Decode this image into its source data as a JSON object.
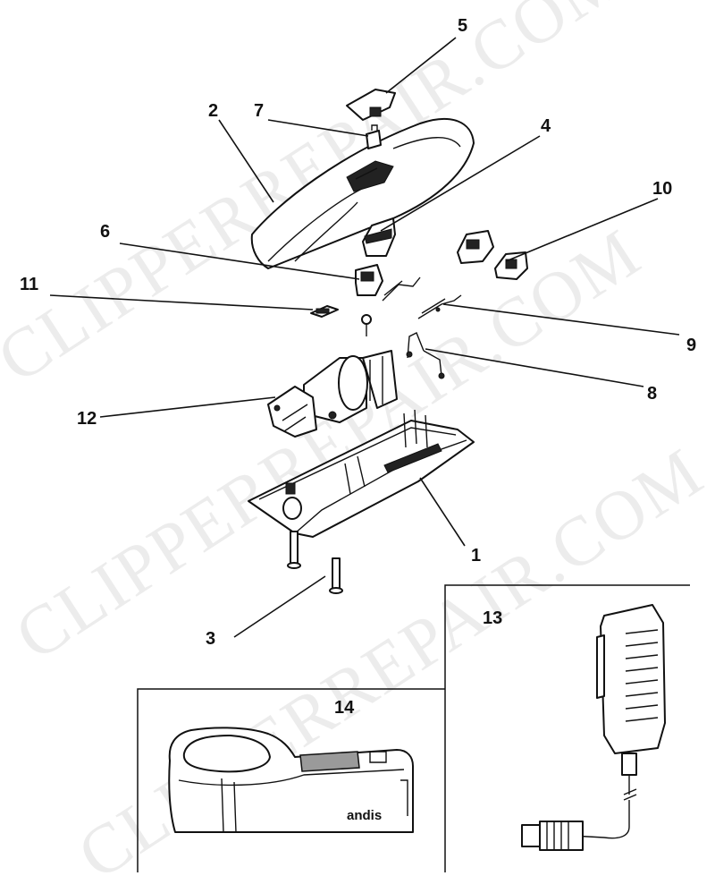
{
  "watermark": "CLIPPERREPAIR.COM",
  "brand_mark": "andis",
  "callouts": {
    "p1": "1",
    "p2": "2",
    "p3": "3",
    "p4": "4",
    "p5": "5",
    "p6": "6",
    "p7": "7",
    "p8": "8",
    "p9": "9",
    "p10": "10",
    "p11": "11",
    "p12": "12",
    "p13": "13",
    "p14": "14"
  }
}
